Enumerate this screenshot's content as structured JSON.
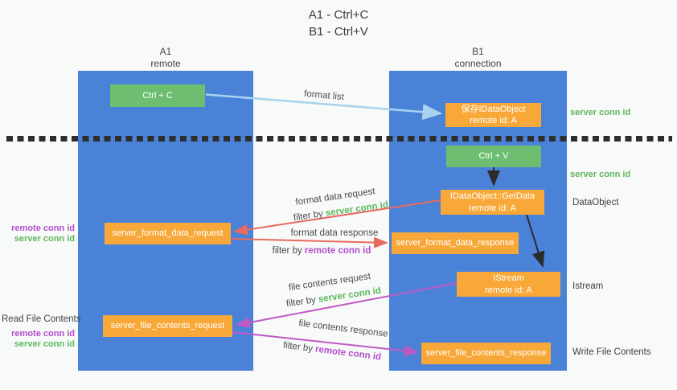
{
  "title": {
    "line1": "A1 - Ctrl+C",
    "line2": "B1 - Ctrl+V"
  },
  "columns": {
    "left": {
      "name": "A1",
      "role": "remote"
    },
    "right": {
      "name": "B1",
      "role": "connection"
    }
  },
  "boxes": {
    "ctrl_c": "Ctrl + C",
    "ctrl_v": "Ctrl + V",
    "save_idataobject": {
      "line1": "保存IDataObject",
      "line2": "remote id: A"
    },
    "getdata": {
      "line1": "IDataObject::GetData",
      "line2": "remote id: A"
    },
    "istream": {
      "line1": "IStream",
      "line2": "remote id: A"
    },
    "format_request": "server_format_data_request",
    "format_response": "server_format_data_response",
    "file_request": "server_file_contents_request",
    "file_response": "server_file_contents_response"
  },
  "flow_labels": {
    "format_list": "format list",
    "format_request": "format data request",
    "format_request_filter_prefix": "filter by ",
    "format_request_filter_key": "server conn id",
    "format_response": "format data response",
    "format_response_filter_prefix": "filter by ",
    "format_response_filter_key": "remote conn id",
    "file_request": "file contents request",
    "file_request_filter_prefix": "filter by ",
    "file_request_filter_key": "server conn id",
    "file_response": "file contents response",
    "file_response_filter_prefix": "filter by ",
    "file_response_filter_key": "remote conn id"
  },
  "left_margin": {
    "format_remote": "remote conn id",
    "format_server": "server conn id",
    "read_title": "Read File Contents",
    "file_remote": "remote conn id",
    "file_server": "server conn id"
  },
  "right_margin": {
    "copy_server": "server conn id",
    "paste_server": "server conn id",
    "dataobject": "DataObject",
    "istream": "Istream",
    "write_title": "Write File Contents"
  },
  "colors": {
    "background": "#f8f9f9",
    "column_blue": "#4a82d8",
    "box_green": "#6ebe71",
    "box_orange": "#f8a839",
    "text_green": "#5cb85c",
    "text_purple": "#b14fc9",
    "arrow_red": "#e96a5f",
    "arrow_magenta": "#c159c4",
    "arrow_lightblue": "#a9d3ee",
    "arrow_black": "#2b2b2b",
    "divider_black": "#2e2e2e"
  }
}
